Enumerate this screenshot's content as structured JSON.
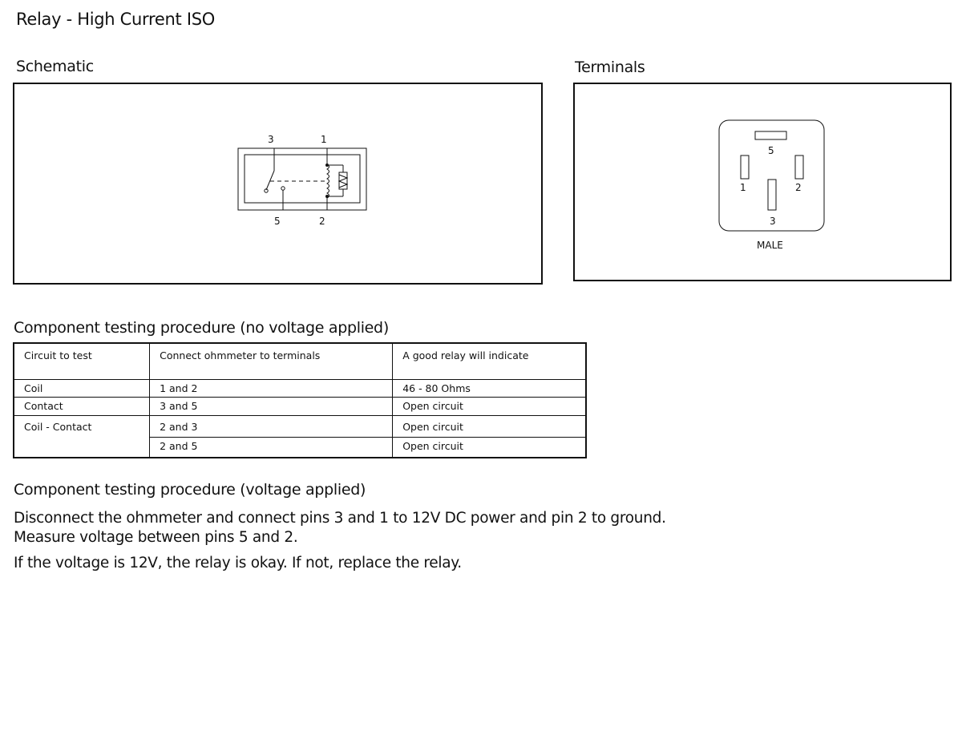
{
  "title": "Relay - High Current ISO",
  "schematic": {
    "label": "Schematic",
    "pin_top_left": "3",
    "pin_top_right": "1",
    "pin_bottom_left": "5",
    "pin_bottom_right": "2"
  },
  "terminals": {
    "label": "Terminals",
    "pins": {
      "p5": "5",
      "p1": "1",
      "p2": "2",
      "p3": "3"
    },
    "caption": "MALE"
  },
  "test_no_voltage": {
    "heading": "Component testing procedure (no voltage applied)",
    "headers": [
      "Circuit to test",
      "Connect ohmmeter to terminals",
      "A good relay will indicate"
    ],
    "rows": [
      {
        "circuit": "Coil",
        "terminals": "1 and 2",
        "indicate": "46 - 80 Ohms"
      },
      {
        "circuit": "Contact",
        "terminals": "3 and 5",
        "indicate": "Open circuit"
      },
      {
        "circuit": "Coil - Contact",
        "terminals": "2 and 3",
        "indicate": "Open circuit"
      },
      {
        "circuit": "",
        "terminals": "2 and 5",
        "indicate": "Open circuit"
      }
    ]
  },
  "test_voltage": {
    "heading": "Component testing procedure (voltage applied)",
    "line1": "Disconnect the ohmmeter and connect pins 3 and 1 to 12V DC power and pin 2 to ground.",
    "line2": "Measure voltage between pins 5 and 2.",
    "line3": "If the voltage is 12V, the relay is okay. If not, replace the relay."
  },
  "colors": {
    "ink": "#111111",
    "background": "#ffffff"
  }
}
